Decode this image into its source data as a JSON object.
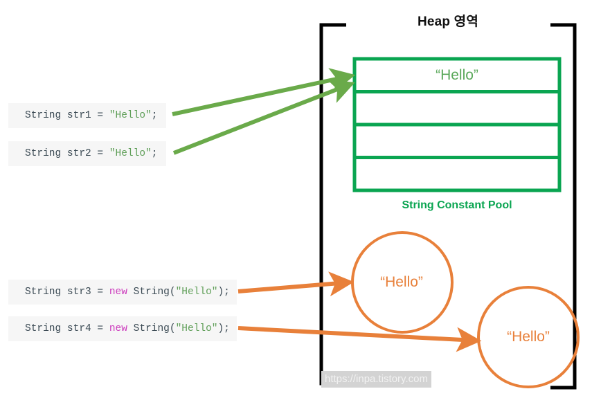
{
  "diagram": {
    "title": "Heap 영역",
    "watermark": "https://inpa.tistory.com"
  },
  "code_blocks": [
    {
      "id": "str1",
      "full": "String str1 = \"Hello\";",
      "tokens": [
        {
          "t": "String str1 = ",
          "k": "plain"
        },
        {
          "t": "\"Hello\"",
          "k": "string"
        },
        {
          "t": ";",
          "k": "plain"
        }
      ]
    },
    {
      "id": "str2",
      "full": "String str2 = \"Hello\";",
      "tokens": [
        {
          "t": "String str2 = ",
          "k": "plain"
        },
        {
          "t": "\"Hello\"",
          "k": "string"
        },
        {
          "t": ";",
          "k": "plain"
        }
      ]
    },
    {
      "id": "str3",
      "full": "String str3 = new String(\"Hello\");",
      "tokens": [
        {
          "t": "String str3 = ",
          "k": "plain"
        },
        {
          "t": "new",
          "k": "keyword"
        },
        {
          "t": " String(",
          "k": "plain"
        },
        {
          "t": "\"Hello\"",
          "k": "string"
        },
        {
          "t": ");",
          "k": "plain"
        }
      ]
    },
    {
      "id": "str4",
      "full": "String str4 = new String(\"Hello\");",
      "tokens": [
        {
          "t": "String str4 = ",
          "k": "plain"
        },
        {
          "t": "new",
          "k": "keyword"
        },
        {
          "t": " String(",
          "k": "plain"
        },
        {
          "t": "\"Hello\"",
          "k": "string"
        },
        {
          "t": ");",
          "k": "plain"
        }
      ]
    }
  ],
  "string_constant_pool": {
    "caption": "String Constant Pool",
    "cells": [
      "“Hello”",
      "",
      "",
      ""
    ]
  },
  "heap_objects": [
    {
      "label": "“Hello”"
    },
    {
      "label": "“Hello”"
    }
  ],
  "colors": {
    "pool_border": "#0aa551",
    "pool_caption": "#0aa551",
    "pool_text": "#5aa85a",
    "arrow_green": "#6aaa4a",
    "arrow_orange": "#e8803a",
    "circle_border": "#e8803a",
    "circle_text": "#e8803a",
    "heap_bracket": "#000000",
    "code_bg": "#f6f6f6",
    "code_text": "#3b4a54",
    "code_string": "#5e9e57",
    "code_keyword": "#cc3bbd",
    "watermark_bg": "#d3d3d3",
    "watermark_text": "#f2f2f2"
  }
}
